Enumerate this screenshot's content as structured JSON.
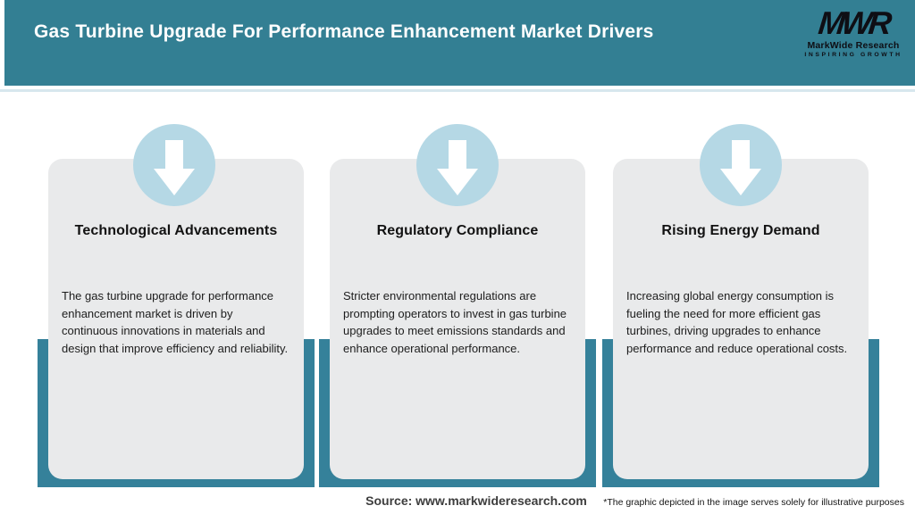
{
  "header": {
    "title": "Gas Turbine Upgrade For Performance Enhancement Market Drivers"
  },
  "logo": {
    "monogram": "MWR",
    "name": "MarkWide Research",
    "tagline": "INSPIRING GROWTH"
  },
  "cards": [
    {
      "icon": "down-arrow-icon",
      "title": "Technological Advancements",
      "body": "The gas turbine upgrade for performance enhancement market is driven by continuous innovations in materials and design that improve efficiency and reliability."
    },
    {
      "icon": "down-arrow-icon",
      "title": "Regulatory Compliance",
      "body": "Stricter environmental regulations are prompting operators to invest in gas turbine upgrades to meet emissions standards and enhance operational performance."
    },
    {
      "icon": "down-arrow-icon",
      "title": "Rising Energy Demand",
      "body": "Increasing global energy consumption is fueling the need for more efficient gas turbines, driving upgrades to enhance performance and reduce operational costs."
    }
  ],
  "footer": {
    "source": "Source: www.markwideresearch.com",
    "disclaimer": "*The graphic depicted in the image serves solely for illustrative purposes"
  },
  "colors": {
    "header_teal": "#337f93",
    "pillar_teal": "#35819a",
    "circle_blue": "#b5d8e5",
    "card_gray": "#e9eaeb",
    "divider_blue": "#d7e7ee"
  }
}
